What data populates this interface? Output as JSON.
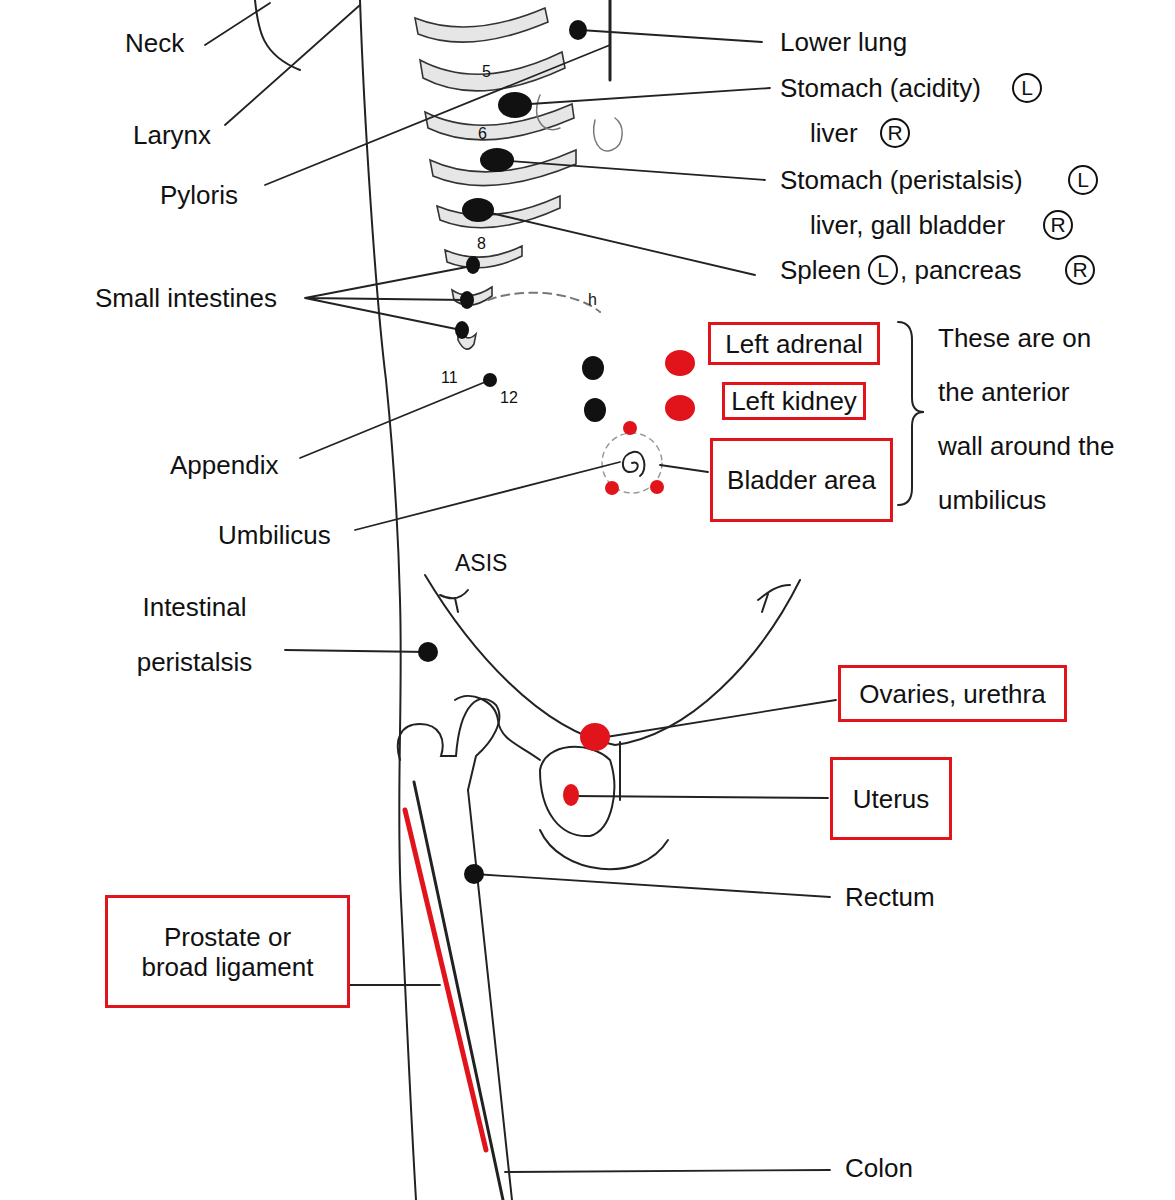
{
  "diagram": {
    "nodes": [
      {
        "text": [
          "L"
        ]
      },
      {
        "text": [
          "R"
        ]
      },
      {
        "text": [
          "L"
        ]
      },
      {
        "text": [
          "R"
        ]
      },
      {
        "text": [
          "L"
        ]
      },
      {
        "text": [
          "R"
        ]
      },
      {
        "text": [
          "Left adrenal"
        ]
      },
      {
        "text": [
          "Left kidney"
        ]
      },
      {
        "text": [
          "Bladder area"
        ]
      },
      {
        "text": [
          "Ovaries, urethra"
        ]
      },
      {
        "text": [
          "Uterus"
        ]
      },
      {
        "text": [
          "Prostate or broad ligament"
        ]
      }
    ],
    "labels": [
      "Neck",
      "Larynx",
      "Pyloris",
      "Small intestines",
      "Appendix",
      "Umbilicus",
      "Intestinal peristalsis",
      "ASIS",
      "Rectum",
      "Colon",
      "Lower lung",
      "Stomach (acidity)",
      "liver",
      "Stomach (peristalsis)",
      "liver, gall bladder",
      "Spleen",
      ", pancreas",
      "These are on the anterior wall around the umbilicus",
      "5",
      "6",
      "8",
      "11",
      "12",
      "h"
    ]
  }
}
